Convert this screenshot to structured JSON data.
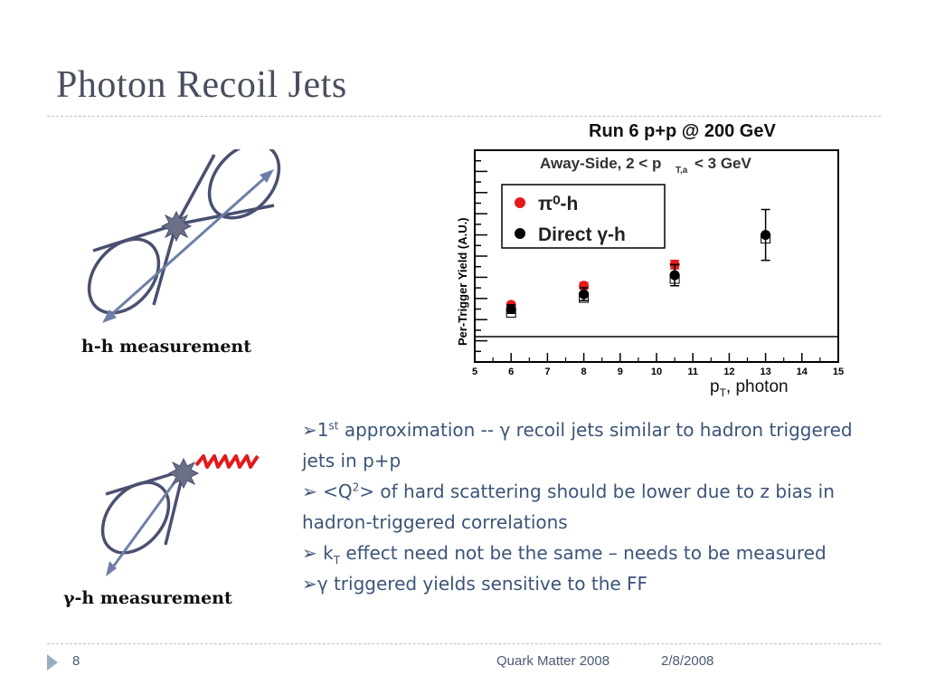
{
  "slide": {
    "title": "Photon Recoil Jets",
    "run_label": "Run 6 p+p @ 200 GeV",
    "xlabel_main": "p",
    "xlabel_sub": "T",
    "xlabel_rest": ", photon",
    "hh_caption": "h-h measurement",
    "gh_gamma": "γ",
    "gh_caption_rest": "-h measurement"
  },
  "bullets": {
    "b1_a": "1",
    "b1_sup": "st",
    "b1_b": " approximation -- ",
    "b1_gamma": "γ",
    "b1_c": " recoil jets similar to hadron triggered jets in p+p",
    "b2_a": " <Q",
    "b2_sup": "2",
    "b2_b": ">  of hard scattering should be lower due to z bias in hadron-triggered correlations",
    "b3_a": "  k",
    "b3_sub": "T",
    "b3_b": " effect need not be the same – needs to be measured",
    "b4_gamma": "γ",
    "b4_b": " triggered yields sensitive to the FF"
  },
  "footer": {
    "page": "8",
    "conference": "Quark Matter 2008",
    "date": "2/8/2008"
  },
  "chart_data": {
    "type": "scatter",
    "title": "Away-Side, 2 < p",
    "title_sub": "T,a",
    "title_end": " < 3 GeV",
    "ylabel": "Per-Trigger Yield (A.U.)",
    "xlim": [
      5,
      15
    ],
    "x_ticks": [
      "5",
      "6",
      "7",
      "8",
      "9",
      "10",
      "11",
      "12",
      "13",
      "14",
      "15"
    ],
    "ylim": [
      0,
      1
    ],
    "legend_placement": "top-left",
    "series": [
      {
        "name": "π⁰-h",
        "color": "#e41a1c",
        "marker": "circle",
        "x": [
          6,
          8,
          10.5
        ],
        "y": [
          0.27,
          0.36,
          0.46
        ],
        "err": [
          0.01,
          0.015,
          0.02
        ]
      },
      {
        "name": "Direct γ-h",
        "color": "#000000",
        "marker": "circle",
        "x": [
          6,
          8,
          10.5,
          13
        ],
        "y": [
          0.25,
          0.32,
          0.41,
          0.6
        ],
        "err": [
          0.02,
          0.03,
          0.05,
          0.12
        ]
      }
    ]
  }
}
